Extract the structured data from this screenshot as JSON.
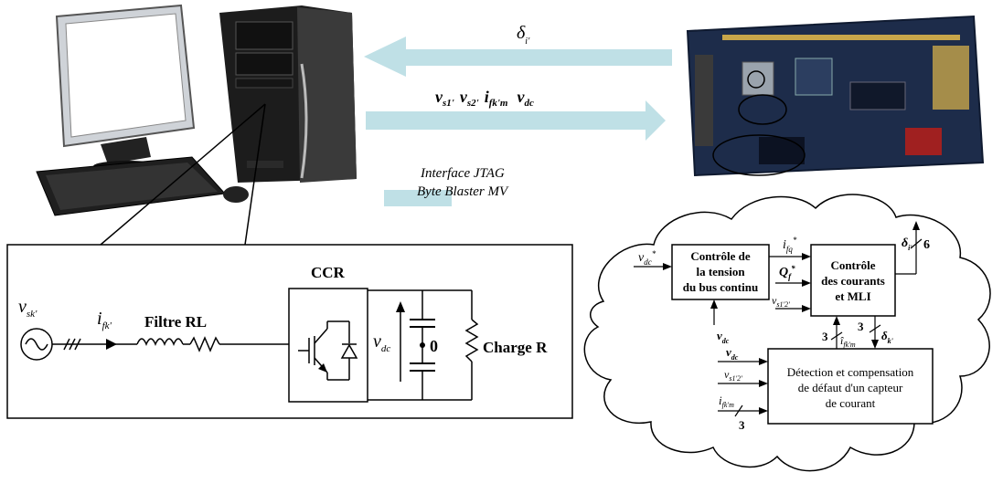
{
  "top": {
    "delta_left": "δ",
    "delta_sub": "i'",
    "meas_vs1": "v",
    "meas_vs1_sub": "s1'",
    "meas_vs2": "v",
    "meas_vs2_sub": "s2'",
    "meas_ifk": "i",
    "meas_ifk_sub": "fk'm",
    "meas_vdc": "v",
    "meas_vdc_sub": "dc",
    "interface_line1": "Interface JTAG",
    "interface_line2": "Byte Blaster MV"
  },
  "circuit": {
    "vsk": "v",
    "vsk_sub": "sk'",
    "ifk": "i",
    "ifk_sub": "fk'",
    "filter_label": "Filtre RL",
    "ccr_label": "CCR",
    "vdc": "v",
    "vdc_sub": "dc",
    "zero": "0",
    "load_label": "Charge R"
  },
  "cloud": {
    "box1_line1": "Contrôle de",
    "box1_line2": "la tension",
    "box1_line3": "du bus continu",
    "box2_line1": "Contrôle",
    "box2_line2": "des courants",
    "box2_line3": "et MLI",
    "box3_line1": "Détection et compensation",
    "box3_line2": "de défaut d'un capteur",
    "box3_line3": "de courant",
    "vdc_ref": "v",
    "vdc_ref_sub": "dc",
    "vdc_ref_sup": "*",
    "ifq_ref": "i",
    "ifq_ref_sub": "fq",
    "ifq_ref_sup": "*",
    "qf_ref": "Q",
    "qf_ref_sub": "f",
    "qf_ref_sup": "*",
    "vs12": "v",
    "vs12_sub": "s1'2'",
    "vdc_in1": "v",
    "vdc_in1_sub": "dc",
    "vdc_in2": "v",
    "vdc_in2_sub": "dc",
    "vs12_in": "v",
    "vs12_in_sub": "s1'2'",
    "ifkm_in": "i",
    "ifkm_in_sub": "fk'm",
    "n3_left": "3",
    "n3_right": "3",
    "n3_bottom": "3",
    "n6": "6",
    "ihat": "î",
    "ihat_sub": "fk'm",
    "delta_k": "δ",
    "delta_k_sub": "k'",
    "delta_i": "δ",
    "delta_i_sub": "i'"
  }
}
